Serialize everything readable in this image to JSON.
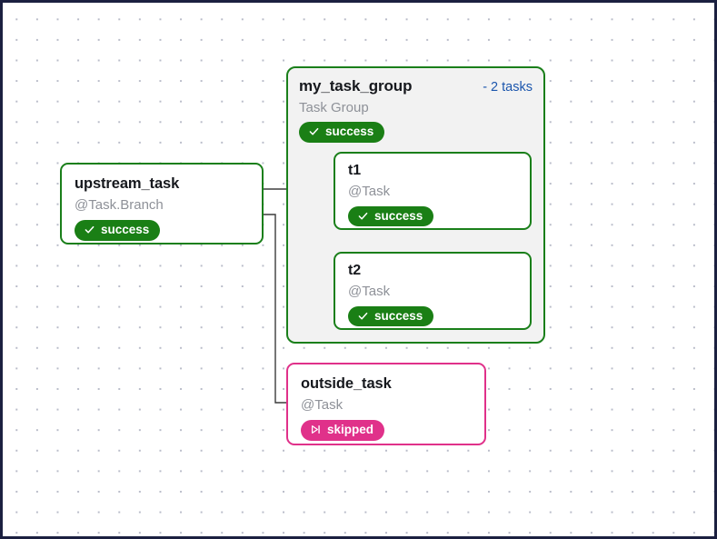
{
  "canvas": {
    "background": "#ffffff",
    "border_color": "#1b2040",
    "dot_color": "#b9bcc9"
  },
  "colors": {
    "success": "#1a7f15",
    "success_border": "#1a7f1a",
    "skipped": "#e0318a",
    "link": "#1c56ad",
    "group_background": "#f2f2f2",
    "edge": "#6e6e6e",
    "subtitle": "#8e9198",
    "title": "#16181d"
  },
  "task_group": {
    "name": "my_task_group",
    "toggle_label": "- 2 tasks",
    "type_label": "Task Group",
    "status": {
      "label": "success",
      "icon": "check-icon",
      "color": "#1a7f15"
    },
    "children": [
      {
        "id": "t1",
        "name": "t1",
        "type_label": "@Task",
        "status": {
          "label": "success",
          "icon": "check-icon",
          "color": "#1a7f15"
        }
      },
      {
        "id": "t2",
        "name": "t2",
        "type_label": "@Task",
        "status": {
          "label": "success",
          "icon": "check-icon",
          "color": "#1a7f15"
        }
      }
    ]
  },
  "nodes": [
    {
      "id": "upstream_task",
      "name": "upstream_task",
      "type_label": "@Task.Branch",
      "status": {
        "label": "success",
        "icon": "check-icon",
        "color": "#1a7f15"
      }
    },
    {
      "id": "outside_task",
      "name": "outside_task",
      "type_label": "@Task",
      "status": {
        "label": "skipped",
        "icon": "skip-forward-icon",
        "color": "#e0318a"
      }
    }
  ],
  "edges": [
    {
      "from": "upstream_task",
      "to": "t1",
      "has_junction_dot": true
    },
    {
      "from": "upstream_task",
      "to": "t2",
      "has_junction_dot": false
    },
    {
      "from": "upstream_task",
      "to": "outside_task",
      "has_junction_dot": false
    }
  ]
}
